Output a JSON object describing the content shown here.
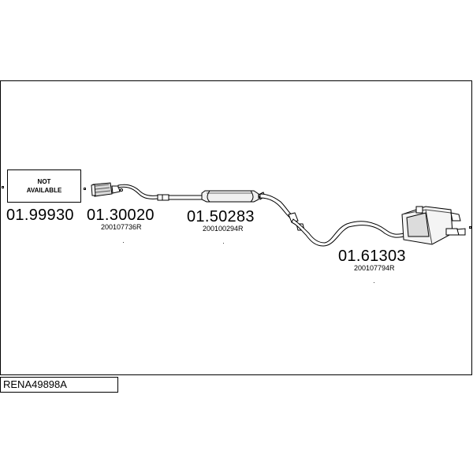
{
  "diagram": {
    "reference": "RENA49898A",
    "not_available_label": "NOT\nAVAILABLE",
    "parts": [
      {
        "part_number": "01.99930",
        "oem_number": ""
      },
      {
        "part_number": "01.30020",
        "oem_number": "200107736R"
      },
      {
        "part_number": "01.50283",
        "oem_number": "200100294R"
      },
      {
        "part_number": "01.61303",
        "oem_number": "200107794R"
      }
    ]
  }
}
